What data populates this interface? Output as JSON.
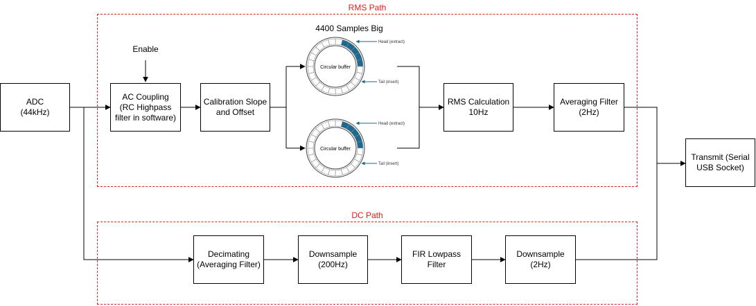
{
  "groups": {
    "rms": {
      "label": "RMS Path"
    },
    "dc": {
      "label": "DC Path"
    }
  },
  "labels": {
    "enable": "Enable",
    "buffer_title": "4400 Samples Big"
  },
  "blocks": {
    "adc": "ADC\n(44kHz)",
    "ac_coupling": "AC Coupling\n(RC Highpass\nfilter in software)",
    "calibration": "Calibration Slope\nand Offset",
    "rms_calc": "RMS Calculation\n10Hz",
    "averaging_rms": "Averaging Filter\n(2Hz)",
    "transmit": "Transmit (Serial\nUSB Socket)",
    "decimating": "Decimating\n(Averaging Filter)",
    "downsample_200": "Downsample\n(200Hz)",
    "fir_lowpass": "FIR Lowpass\nFilter",
    "downsample_2": "Downsample\n(2Hz)"
  },
  "buffers": [
    {
      "center": "Circular buffer",
      "head": "Head (extract)",
      "tail": "Tail (insert)"
    },
    {
      "center": "Circular buffer",
      "head": "Head (extract)",
      "tail": "Tail (insert)"
    }
  ],
  "colors": {
    "group_border": "#e31b1b",
    "buffer_fill": "#1a6a92",
    "line": "#000000"
  }
}
